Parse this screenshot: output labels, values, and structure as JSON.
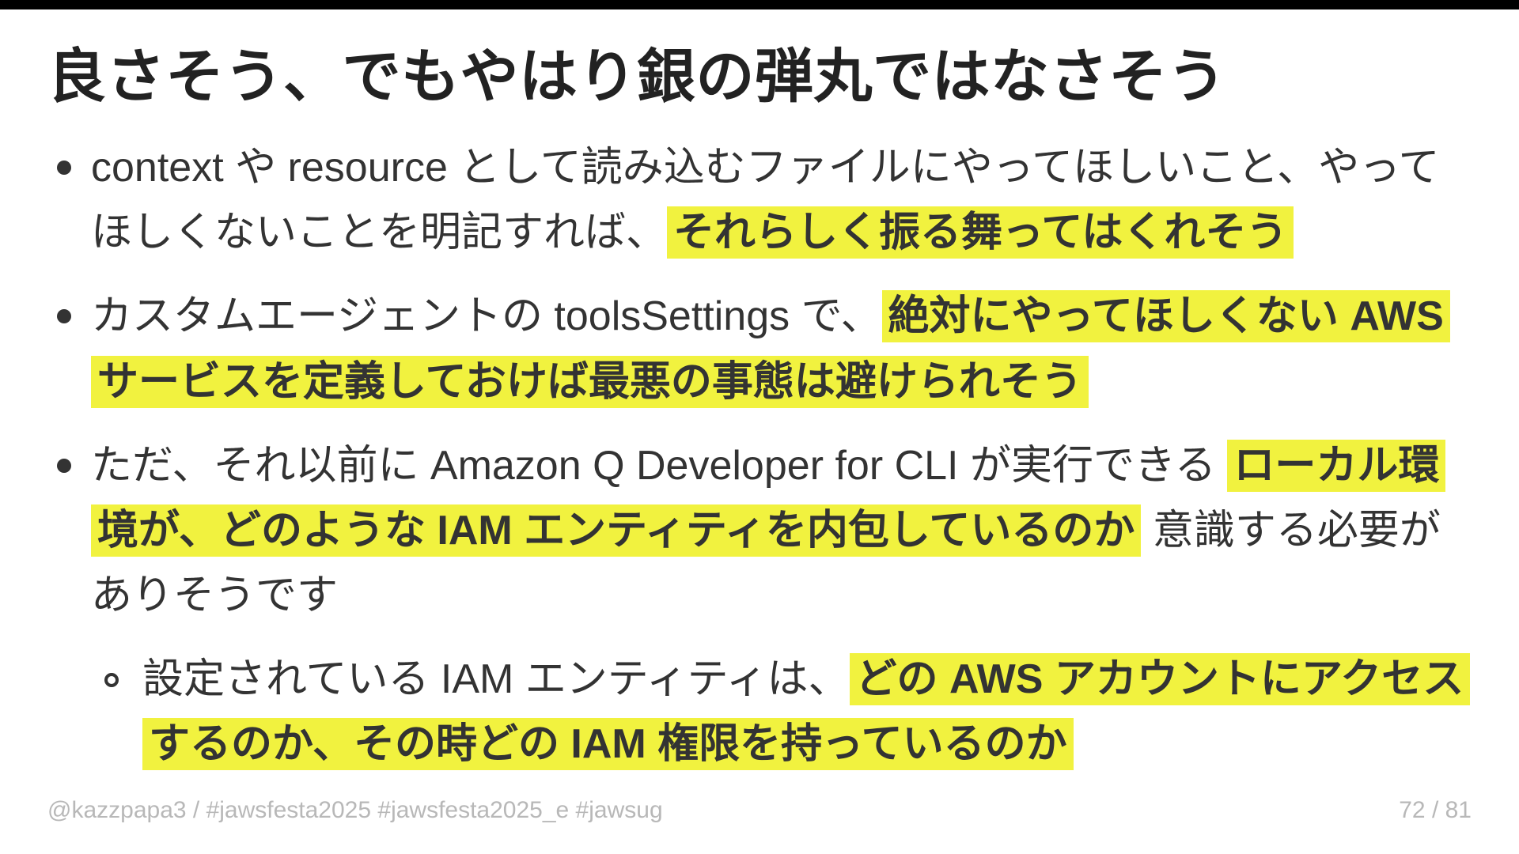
{
  "slide": {
    "title": "良さそう、でもやはり銀の弾丸ではなさそう",
    "bullets": [
      {
        "level": 1,
        "segments": [
          {
            "text": "context や resource として読み込むファイルにやってほしいこと、やってほしくないことを明記すれば、",
            "highlight": false
          },
          {
            "text": "それらしく振る舞ってはくれそう",
            "highlight": true
          }
        ]
      },
      {
        "level": 1,
        "segments": [
          {
            "text": "カスタムエージェントの toolsSettings で、",
            "highlight": false
          },
          {
            "text": "絶対にやってほしくない AWS サービスを定義しておけば最悪の事態は避けられそう",
            "highlight": true
          }
        ]
      },
      {
        "level": 1,
        "segments": [
          {
            "text": "ただ、それ以前に Amazon Q Developer for CLI が実行できる ",
            "highlight": false
          },
          {
            "text": "ローカル環境が、どのような IAM エンティティを内包しているのか",
            "highlight": true
          },
          {
            "text": " 意識する必要がありそうです",
            "highlight": false
          }
        ]
      },
      {
        "level": 2,
        "segments": [
          {
            "text": "設定されている IAM エンティティは、",
            "highlight": false
          },
          {
            "text": "どの AWS アカウントにアクセスするのか、その時どの IAM 権限を持っているのか",
            "highlight": true
          }
        ]
      }
    ],
    "footer": {
      "left": "@kazzpapa3 / #jawsfesta2025 #jawsfesta2025_e #jawsug",
      "right": "72 / 81"
    },
    "colors": {
      "highlight": "#f1f23f",
      "title_text": "#222222",
      "body_text": "#333333",
      "footer_text": "#b8b8b8",
      "background": "#ffffff",
      "top_bar": "#000000"
    }
  }
}
